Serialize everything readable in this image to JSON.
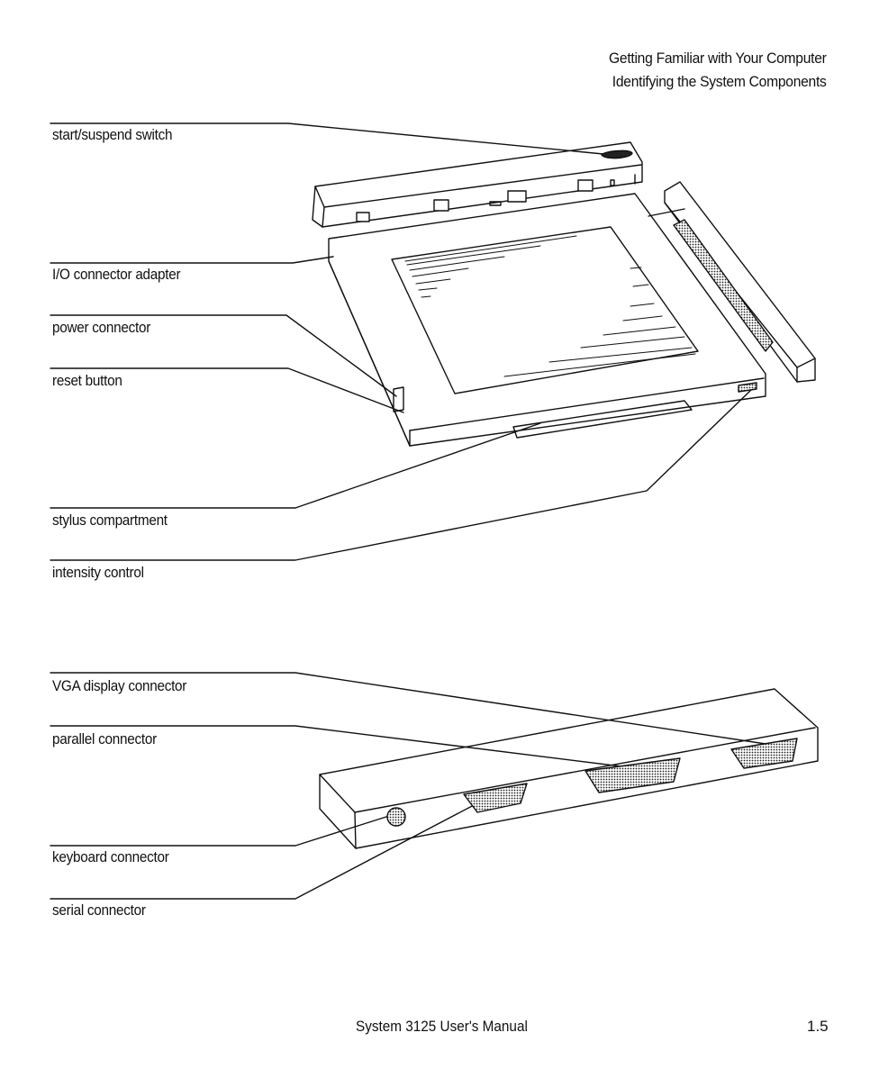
{
  "header": {
    "chapter": "Getting Familiar with Your Computer",
    "section": "Identifying the System Components"
  },
  "labels": {
    "start_suspend": "start/suspend switch",
    "io_adapter": "I/O connector adapter",
    "power": "power connector",
    "reset": "reset button",
    "stylus": "stylus compartment",
    "intensity": "intensity  control",
    "vga": "VGA display connector",
    "parallel": "parallel connector",
    "keyboard": "keyboard connector",
    "serial": "serial connector"
  },
  "footer": {
    "title": "System 3125  User's Manual",
    "page": "1.5"
  }
}
